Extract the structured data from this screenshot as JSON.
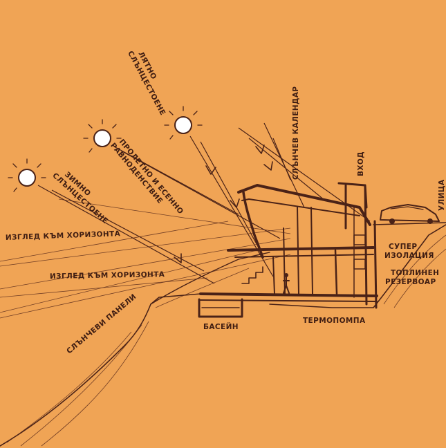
{
  "colors": {
    "background": "#f0a455",
    "ink": "#4a2217",
    "sun": "#ffffff"
  },
  "labels": {
    "summer_solstice": [
      "ЛЯТНО",
      "СЛЪНЦЕСТОЕНЕ"
    ],
    "equinox": [
      "ПРОЛЕТНО И ЕСЕННО",
      "РАВНОДЕНСТВИЕ"
    ],
    "winter_solstice": [
      "ЗИМНО",
      "СЛЪНЦЕСТОЕНЕ"
    ],
    "sun_calendar": "СЛЪНЧЕВ КАЛЕНДАР",
    "entrance": "ВХОД",
    "street": "УЛИЦА",
    "view_horizon_1": "ИЗГЛЕД КЪМ ХОРИЗОНТА",
    "view_horizon_2": "ИЗГЛЕД КЪМ ХОРИЗОНТА",
    "super_insulation": [
      "СУПЕР",
      "ИЗОЛАЦИЯ"
    ],
    "heat_reservoir": [
      "ТОПЛИНЕН",
      "РЕЗЕРВОАР"
    ],
    "solar_panels": "СЛЪНЧЕВИ ПАНЕЛИ",
    "pool": "БАСЕЙН",
    "heat_pump": "ТЕРМОПОМПА"
  }
}
